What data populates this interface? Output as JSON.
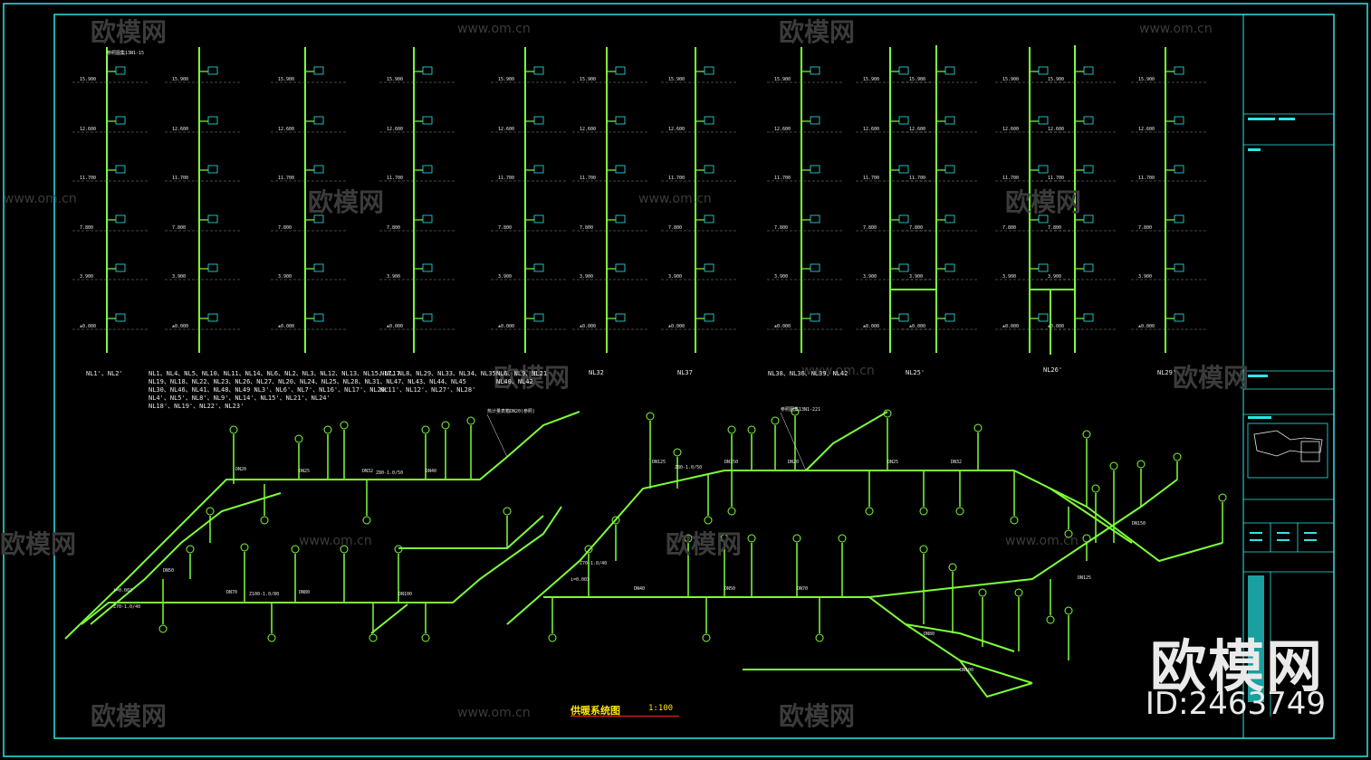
{
  "drawing": {
    "title": "供暖系统图",
    "scale": "1:100",
    "riser_labels": [
      "NL1'、NL2'",
      "NL1、NL4、NL5、NL10、NL11、NL14、NL6、NL2、NL3、NL12、NL13、NL15、NL17",
      "NL19、NL18、NL22、NL23、NL26、NL27、NL20、NL24、NL25、NL28、NL31、NL47、NL43、NL44、NL45",
      "NL30、NL46、NL41、NL48、NL49    NL3'、NL6'、NL7'、NL16'、NL17'、NL20'",
      "NL4'、NL5'、NL8'、NL9'、NL14'、NL15'、NL21'、NL24'",
      "NL18'、NL19'、NL22'、NL23'",
      "NL7、NL8、NL29、NL33、NL34、NL35",
      "NL11'、NL12'、NL27'、NL28'",
      "NL6、NL9、NL21",
      "NL40、NL42",
      "NL32",
      "NL37",
      "NL38、NL36、NL39、NL42",
      "NL25'",
      "NL26'",
      "NL29'"
    ],
    "elevations": [
      "15.900",
      "12.600",
      "11.700",
      "7.800",
      "3.900",
      "±0.000"
    ],
    "pipe_sizes": [
      "DN20",
      "DN25",
      "DN32",
      "DN40",
      "DN50",
      "DN70",
      "DN80",
      "DN100",
      "DN125",
      "DN150"
    ],
    "slope_notes": [
      "i=0.003",
      "Z70-1.0/40",
      "Z80-1.0/50",
      "Z100-1.0/80"
    ],
    "notes": [
      "热计量表箱DN20(参照)",
      "参照图集13N1-221",
      "参照图集13N1-15"
    ]
  },
  "watermark": {
    "brand": "欧模网",
    "url": "www.om.cn",
    "id": "ID:2463749"
  },
  "title_block": {
    "fields": [
      "",
      "",
      "",
      ""
    ]
  },
  "colors": {
    "background": "#000000",
    "pipe": "#7dff3a",
    "frame": "#2ee6e6",
    "text": "#e8e8e8",
    "title": "#ffe600",
    "underline": "#ff2020"
  }
}
